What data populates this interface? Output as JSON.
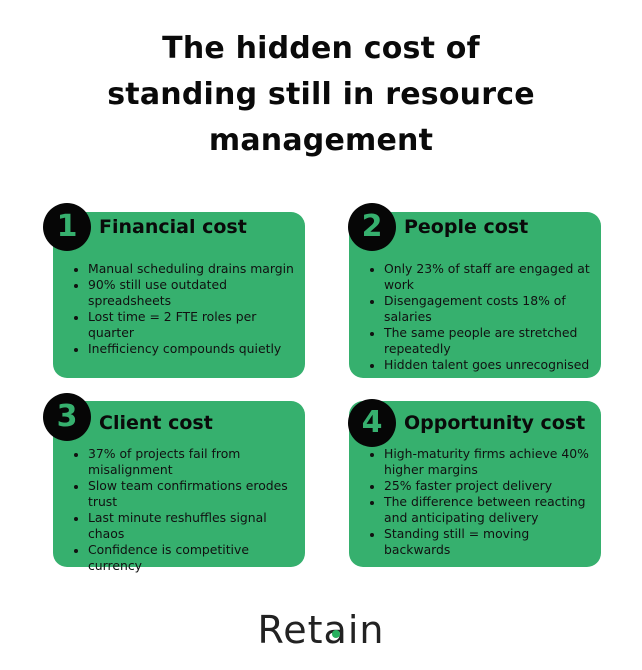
{
  "title": {
    "lines": [
      "The hidden cost of",
      "standing still in resource",
      "management"
    ]
  },
  "colors": {
    "card_green": "#36b06e",
    "badge_black": "#060606",
    "logo_dot": "#27b05e"
  },
  "cards": [
    {
      "number": "1",
      "heading": "Financial cost",
      "bullets": [
        "Manual scheduling drains margin",
        "90% still use outdated spreadsheets",
        "Lost time = 2 FTE roles per quarter",
        "Inefficiency compounds quietly"
      ]
    },
    {
      "number": "2",
      "heading": "People cost",
      "bullets": [
        "Only 23% of staff are engaged at work",
        "Disengagement costs 18% of salaries",
        "The same people are stretched repeatedly",
        "Hidden talent goes unrecognised"
      ]
    },
    {
      "number": "3",
      "heading": "Client cost",
      "bullets": [
        "37% of projects fail from misalignment",
        "Slow team confirmations erodes trust",
        "Last minute reshuffles signal chaos",
        "Confidence is competitive currency"
      ]
    },
    {
      "number": "4",
      "heading": "Opportunity cost",
      "bullets": [
        "High-maturity firms achieve 40% higher margins",
        "25% faster project delivery",
        "The difference between reacting and anticipating delivery",
        "Standing still = moving backwards"
      ]
    }
  ],
  "logo": {
    "prefix": "Ret",
    "a": "a",
    "suffix": "in",
    "icon": "green-dot-icon"
  }
}
